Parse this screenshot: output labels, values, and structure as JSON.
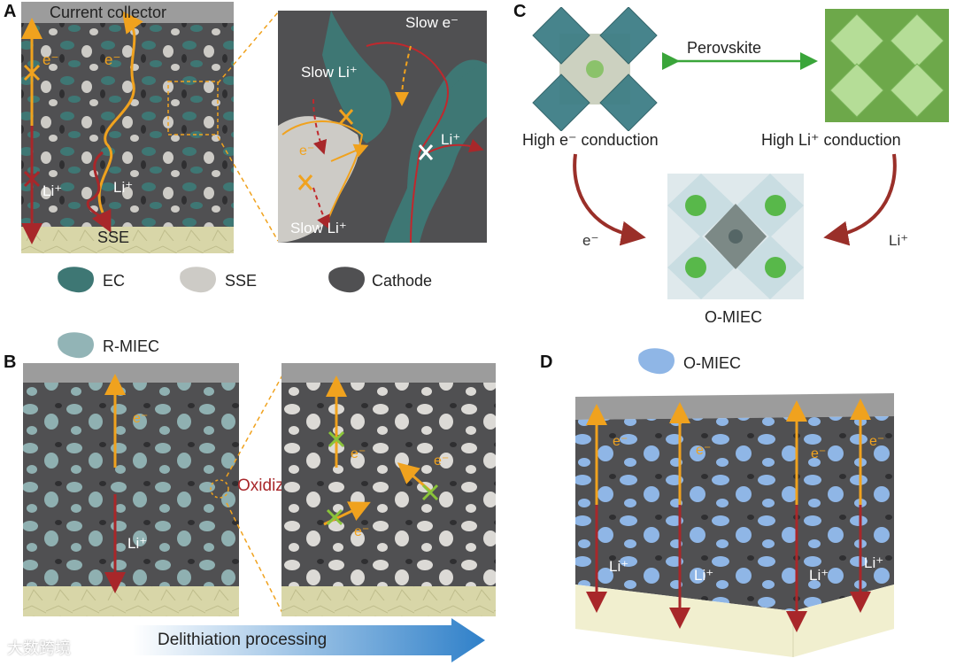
{
  "panel_a": {
    "letter": "A",
    "current_collector": "Current collector",
    "sse_base": "SSE",
    "e_left": "e⁻",
    "e_right": "e⁻",
    "li_left": "Li⁺",
    "li_right": "Li⁺",
    "zoom": {
      "slow_e": "Slow e⁻",
      "slow_li_top": "Slow Li⁺",
      "slow_li_bottom": "Slow Li⁺",
      "e_label": "e⁻",
      "li_label": "Li⁺"
    },
    "legend": [
      {
        "label": "EC",
        "color": "#3e7774"
      },
      {
        "label": "SSE",
        "color": "#cdcbc6"
      },
      {
        "label": "Cathode",
        "color": "#505052"
      }
    ]
  },
  "panel_b": {
    "letter": "B",
    "legend_label": "R-MIEC",
    "legend_color": "#92b4b6",
    "e_left": "e⁻",
    "li_left": "Li⁺",
    "oxidizing": "Oxidizing",
    "e_right_1": "e⁻",
    "e_right_2": "e⁻",
    "e_right_3": "e⁻",
    "process": "Delithiation processing"
  },
  "panel_c": {
    "letter": "C",
    "perovskite": "Perovskite",
    "high_e": "High e⁻ conduction",
    "high_li": "High Li⁺ conduction",
    "e_arrow": "e⁻",
    "li_arrow": "Li⁺",
    "omiec": "O-MIEC"
  },
  "panel_d": {
    "letter": "D",
    "legend_label": "O-MIEC",
    "legend_color": "#8fb6e6",
    "e_labels": [
      "e⁻",
      "e⁻",
      "e⁻",
      "e⁻"
    ],
    "li_labels": [
      "Li⁺",
      "Li⁺",
      "Li⁺",
      "Li⁺"
    ]
  },
  "watermark": "大数跨境",
  "colors": {
    "electron_arrow": "#f0a21e",
    "ion_arrow": "#a8272a",
    "green_arrow": "#3aa53a",
    "brown_arrow": "#9a2f29"
  }
}
